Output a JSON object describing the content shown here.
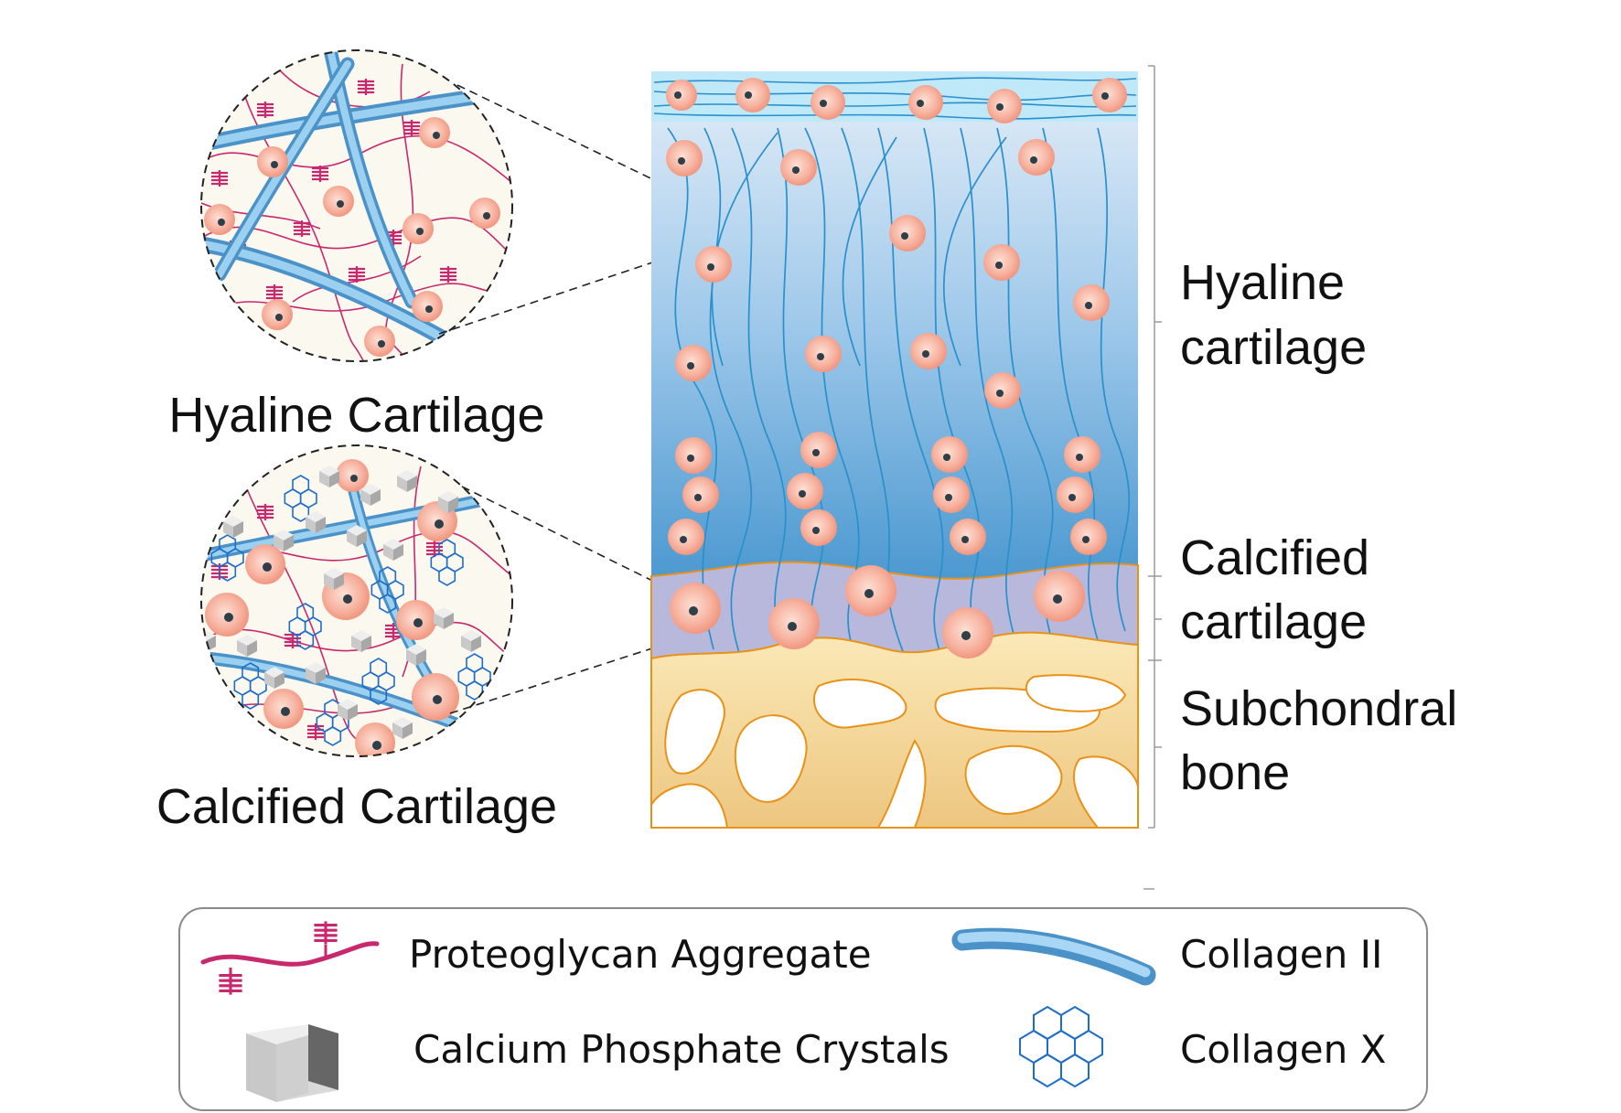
{
  "circle_titles": {
    "hyaline": "Hyaline Cartilage",
    "calcified": "Calcified Cartilage"
  },
  "zone_labels": {
    "hyaline": [
      "Hyaline",
      "cartilage"
    ],
    "calcified": [
      "Calcified",
      "cartilage"
    ],
    "subchondral": [
      "Subchondral",
      "bone"
    ]
  },
  "legend": {
    "proteoglycan": "Proteoglycan Aggregate",
    "collagen2": "Collagen II",
    "calcium": "Calcium Phosphate Crystals",
    "collagen10": "Collagen X"
  },
  "colors": {
    "collagen2": "#7fc0e8",
    "proteoglycan": "#c8296e",
    "collagen10": "#1e6ec8",
    "cell_fill": "#f6a894",
    "cell_nucleus": "#2e3f4a",
    "hyaline_top": "#d8e8f4",
    "hyaline_bottom": "#4a98d0",
    "calcified_zone": "#b8b8dc",
    "bone": "#f5d890",
    "bone_edge": "#e8921a",
    "crystal": "#cfcfcf"
  },
  "icons": [
    "proteoglycan-icon",
    "collagen-ii-icon",
    "calcium-phosphate-crystal-icon",
    "collagen-x-icon"
  ]
}
